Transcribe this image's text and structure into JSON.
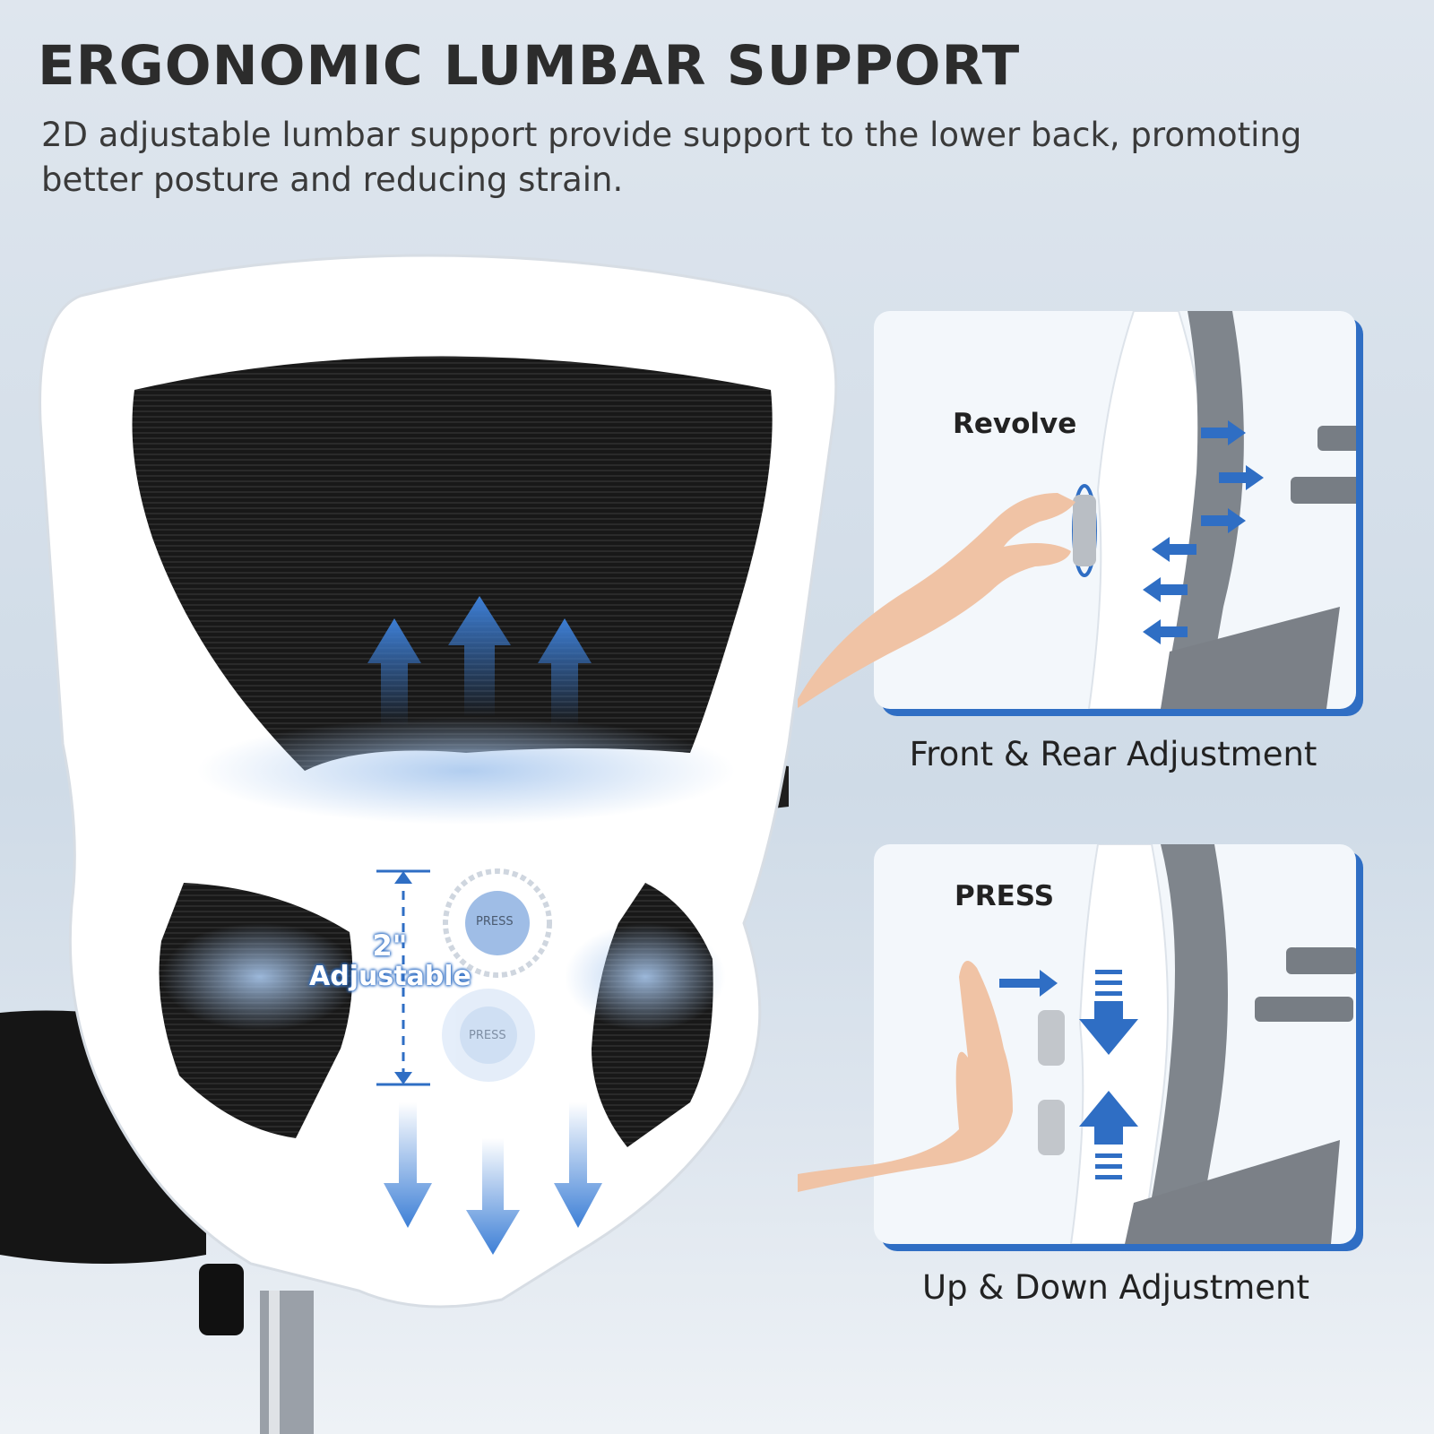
{
  "header": {
    "title": "ERGONOMIC LUMBAR SUPPORT",
    "subtitle": "2D adjustable lumbar support provide support to the lower back, promoting better posture and reducing strain."
  },
  "main_image": {
    "adjust_amount": "2\"",
    "adjust_label": "Adjustable",
    "knob_label": "PRESS",
    "knob_label_faded": "PRESS",
    "arrow_color": "#3d7fd6"
  },
  "panels": [
    {
      "tag": "Revolve",
      "caption": "Front & Rear Adjustment"
    },
    {
      "tag": "PRESS",
      "caption": "Up & Down Adjustment"
    }
  ],
  "colors": {
    "accent": "#2f6ec4",
    "mesh": "#1b1b1b",
    "frame": "#ffffff"
  }
}
